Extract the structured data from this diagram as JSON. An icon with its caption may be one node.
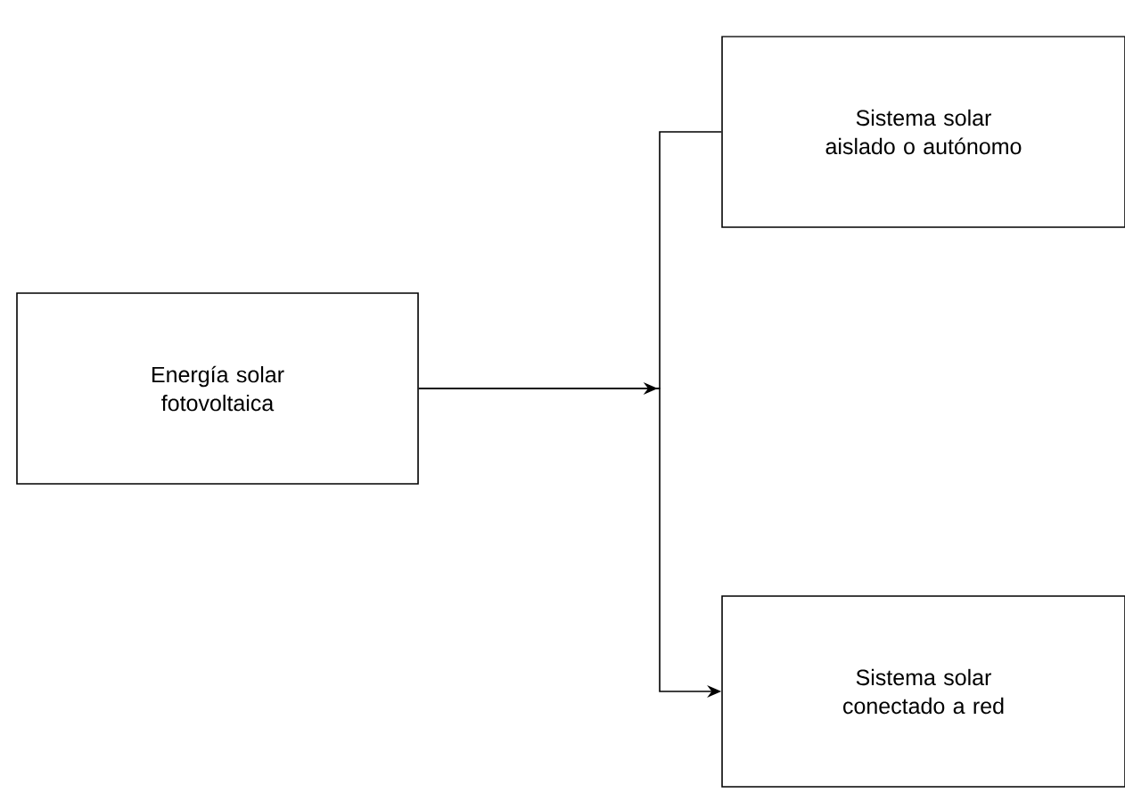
{
  "diagram": {
    "nodes": [
      {
        "text": [
          "Energía solar fotovoltaica"
        ]
      },
      {
        "text": [
          "Sistema solar aislado o autónomo"
        ]
      },
      {
        "text": [
          "Sistema solar conectado a red"
        ]
      }
    ],
    "edges": [
      {
        "from": 0,
        "to": 1,
        "arrow": "none"
      },
      {
        "from": 0,
        "to": 2,
        "arrow": "to"
      }
    ]
  }
}
